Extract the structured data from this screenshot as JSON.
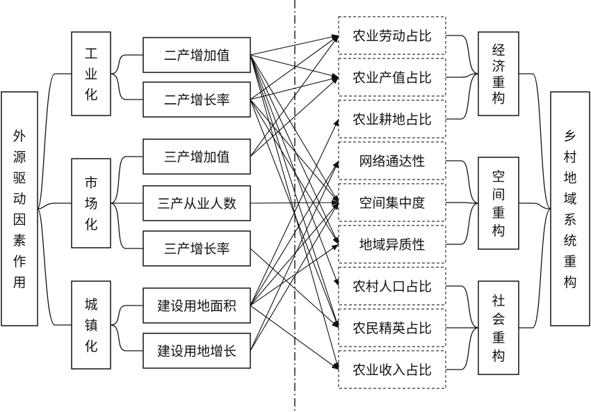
{
  "left_root": "外源驱动因素作用",
  "drivers": [
    {
      "label": "工业化",
      "indicators": [
        "二产增加值",
        "二产增长率"
      ]
    },
    {
      "label": "市场化",
      "indicators": [
        "三产增加值",
        "三产从业人数",
        "三产增长率"
      ]
    },
    {
      "label": "城镇化",
      "indicators": [
        "建设用地面积",
        "建设用地增长"
      ]
    }
  ],
  "effects": [
    "农业劳动占比",
    "农业产值占比",
    "农业耕地占比",
    "网络通达性",
    "空间集中度",
    "地域异质性",
    "农村人口占比",
    "农民精英占比",
    "农业收入占比"
  ],
  "restructuring": [
    {
      "label": "经济重构"
    },
    {
      "label": "空间重构"
    },
    {
      "label": "社会重构"
    }
  ],
  "right_root": "乡村地域系统重构",
  "links": [
    [
      0,
      0
    ],
    [
      0,
      1
    ],
    [
      0,
      4
    ],
    [
      0,
      5
    ],
    [
      0,
      6
    ],
    [
      0,
      7
    ],
    [
      0,
      8
    ],
    [
      1,
      0
    ],
    [
      1,
      1
    ],
    [
      1,
      4
    ],
    [
      1,
      5
    ],
    [
      1,
      7
    ],
    [
      2,
      0
    ],
    [
      2,
      1
    ],
    [
      3,
      4
    ],
    [
      4,
      7
    ],
    [
      5,
      2
    ],
    [
      5,
      3
    ],
    [
      5,
      4
    ],
    [
      5,
      5
    ],
    [
      5,
      8
    ],
    [
      6,
      3
    ],
    [
      6,
      4
    ]
  ]
}
